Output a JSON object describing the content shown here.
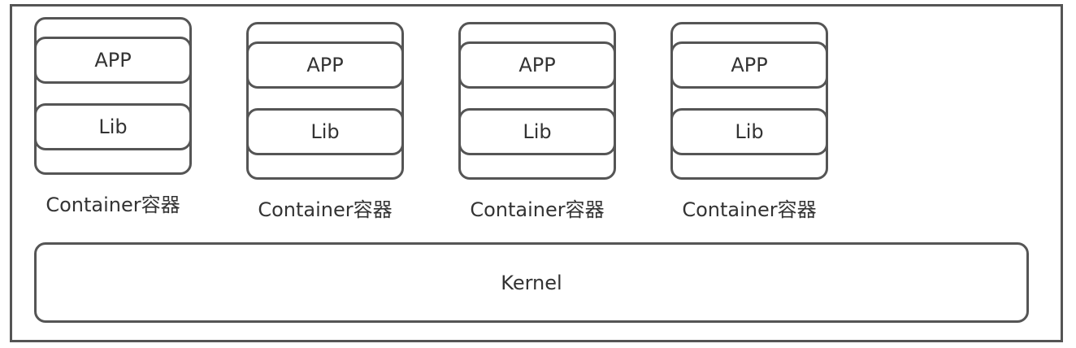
{
  "containers": [
    {
      "app": "APP",
      "lib": "Lib",
      "label": "Container容器"
    },
    {
      "app": "APP",
      "lib": "Lib",
      "label": "Container容器"
    },
    {
      "app": "APP",
      "lib": "Lib",
      "label": "Container容器"
    },
    {
      "app": "APP",
      "lib": "Lib",
      "label": "Container容器"
    }
  ],
  "kernel": {
    "label": "Kernel"
  }
}
